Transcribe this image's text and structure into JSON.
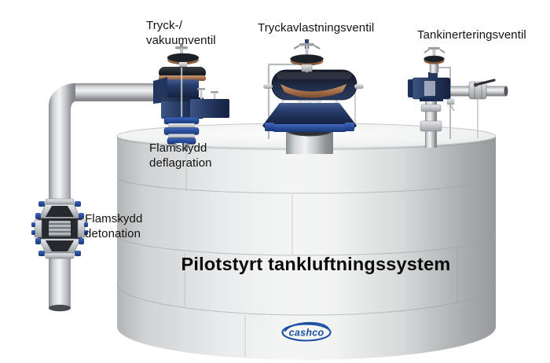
{
  "diagram": {
    "title": "Pilotstyrt tankluftningssystem",
    "labels": {
      "pressure_vacuum_valve": "Tryck-/\nvakuumventil",
      "pressure_relief_valve": "Tryckavlastningsventil",
      "tank_inerting_valve": "Tankinerteringsventil",
      "flame_arrester_deflagration": "Flamskydd\ndeflagration",
      "flame_arrester_detonation": "Flamskydd\ndetonation"
    },
    "logo": {
      "text": "cashco"
    },
    "colors": {
      "background": "#ffffff",
      "text": "#121212",
      "valve_navy": "#24375f",
      "valve_navy_dark": "#14203e",
      "accent_royal_blue": "#2b4f9e",
      "copper": "#a8714a",
      "hood_dark": "#1d2027",
      "pipe_grey": "#c6cacd",
      "tank_light": "#f4f5f5",
      "tank_dark": "#96999c",
      "logo_blue": "#1d4fa1"
    }
  }
}
